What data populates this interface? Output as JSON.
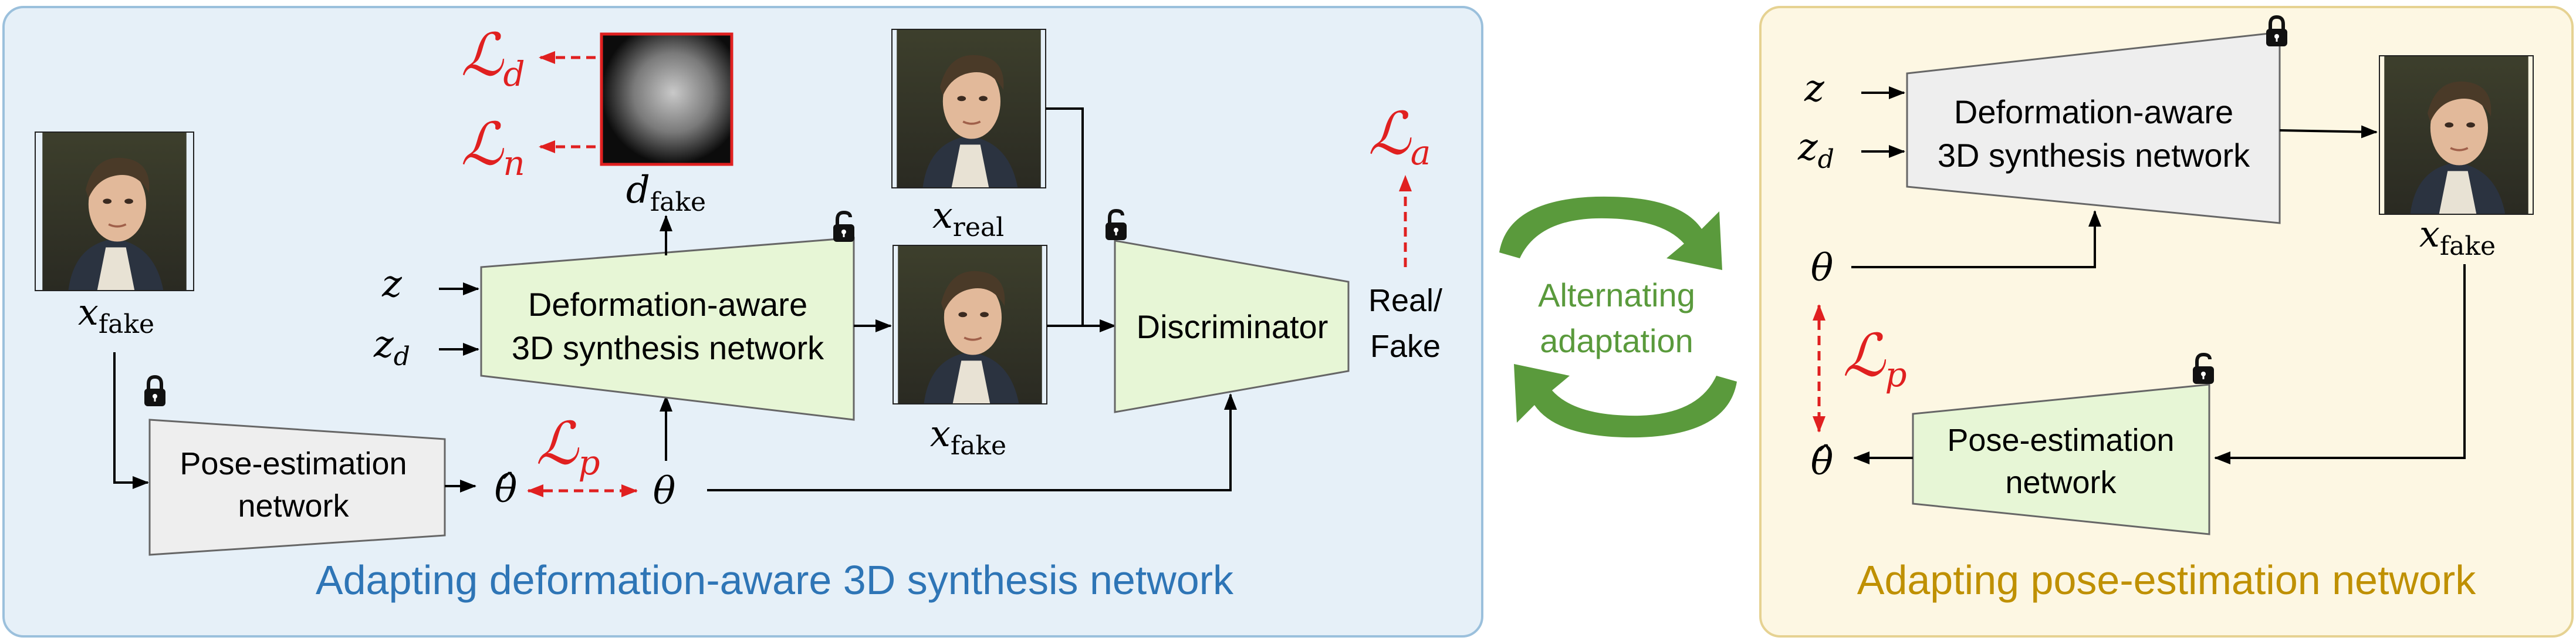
{
  "colors": {
    "left_panel_bg": "#e6f0f8",
    "left_panel_border": "#9bc0dc",
    "right_panel_bg": "#fdf7e3",
    "right_panel_border": "#e6d292",
    "network_gray": "#eeeeee",
    "network_green": "#e7f6d6",
    "loss_red": "#e02020",
    "caption_blue": "#2e75b6",
    "caption_gold": "#bf9000",
    "cycle_green": "#5a9a3c"
  },
  "icons": {
    "lock": "lock-icon",
    "unlock": "unlock-icon",
    "portrait": "portrait-image"
  },
  "left_panel": {
    "caption": "Adapting deformation-aware 3D synthesis network",
    "synthesis_line1": "Deformation-aware",
    "synthesis_line2": "3D synthesis network",
    "discriminator": "Discriminator",
    "pose_line1": "Pose-estimation",
    "pose_line2": "network",
    "real_fake_line1": "Real/",
    "real_fake_line2": "Fake",
    "x_fake_left": {
      "base": "x",
      "sub": "fake"
    },
    "x_real": {
      "base": "x",
      "sub": "real"
    },
    "x_fake_mid": {
      "base": "x",
      "sub": "fake"
    },
    "d_fake": {
      "base": "d",
      "sub": "fake"
    },
    "z": "z",
    "z_d": {
      "base": "z",
      "sub": "d"
    },
    "theta": "θ",
    "theta_hat": "θ̂",
    "loss_d": {
      "base": "ℒ",
      "sub": "d"
    },
    "loss_n": {
      "base": "ℒ",
      "sub": "n"
    },
    "loss_p": {
      "base": "ℒ",
      "sub": "p"
    },
    "loss_a": {
      "base": "ℒ",
      "sub": "a"
    }
  },
  "middle": {
    "line1": "Alternating",
    "line2": "adaptation"
  },
  "right_panel": {
    "caption": "Adapting pose-estimation network",
    "synthesis_line1": "Deformation-aware",
    "synthesis_line2": "3D synthesis network",
    "pose_line1": "Pose-estimation",
    "pose_line2": "network",
    "z": "z",
    "z_d": {
      "base": "z",
      "sub": "d"
    },
    "theta": "θ",
    "theta_hat": "θ̂",
    "x_fake": {
      "base": "x",
      "sub": "fake"
    },
    "loss_p": {
      "base": "ℒ",
      "sub": "p"
    }
  }
}
